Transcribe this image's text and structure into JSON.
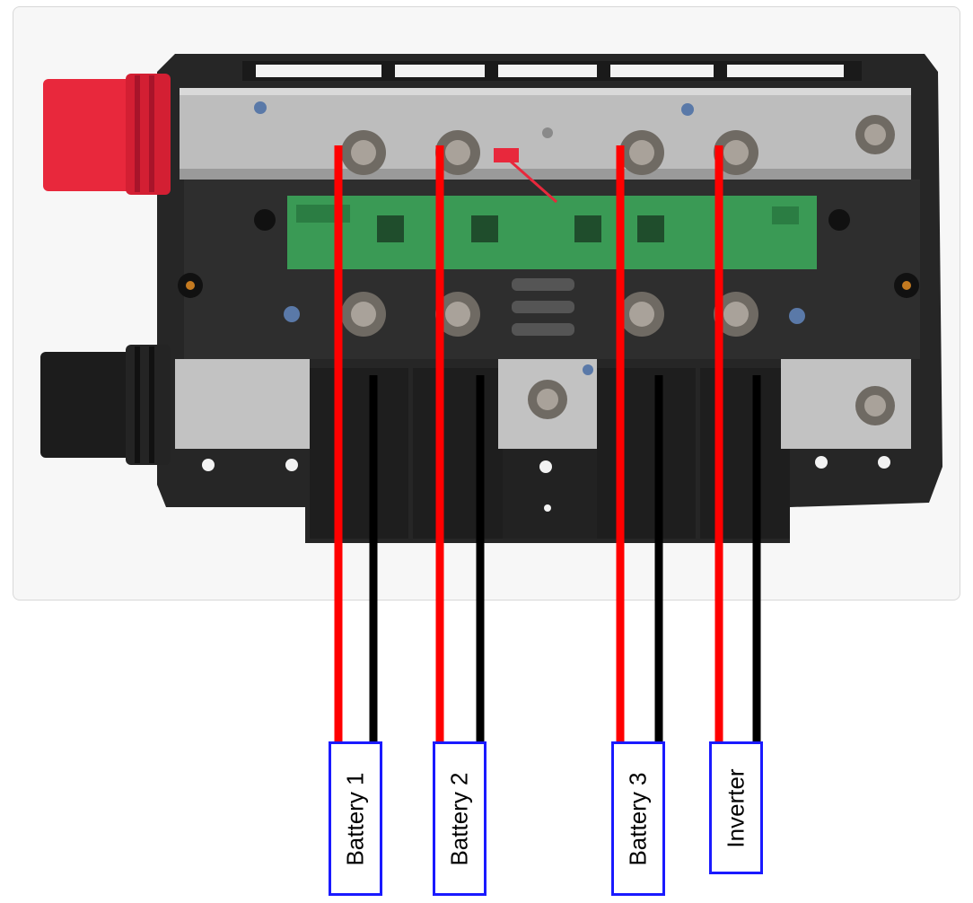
{
  "labels": {
    "battery1": "Battery 1",
    "battery2": "Battery 2",
    "battery3": "Battery 3",
    "inverter": "Inverter"
  },
  "colors": {
    "positive_wire": "#ff0000",
    "negative_wire": "#000000",
    "label_border": "#1a1aff",
    "housing": "#262626",
    "busbar": "#b9b9b9",
    "pcb": "#3a9a55",
    "red_cap": "#e8283c"
  },
  "icons": {
    "positive_busbar": "metal-busbar",
    "negative_busbar": "metal-busbar",
    "bolt": "hex-bolt",
    "pcb": "circuit-board"
  }
}
